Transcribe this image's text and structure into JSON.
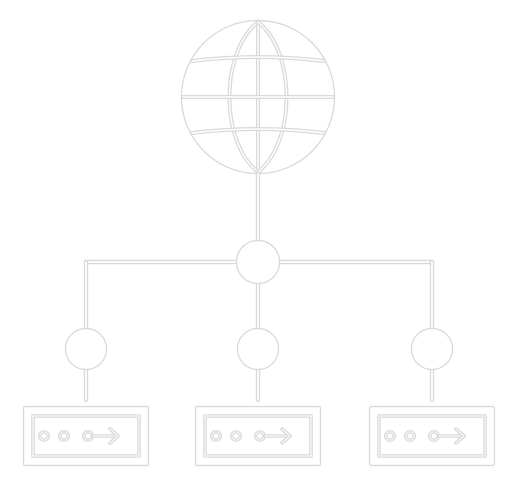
{
  "diagram": {
    "topology": "star network",
    "root_icon": "globe-icon",
    "hub_icon": "hub-node-icon",
    "branch_icon": "branch-node-icon",
    "device_icon": "network-device-icon",
    "device_count": 3,
    "devices": [
      {
        "icon": "network-device-icon",
        "port_indicators": 2,
        "arrow": "connector-arrow-icon"
      },
      {
        "icon": "network-device-icon",
        "port_indicators": 2,
        "arrow": "connector-arrow-icon"
      },
      {
        "icon": "network-device-icon",
        "port_indicators": 2,
        "arrow": "connector-arrow-icon"
      }
    ],
    "colors": {
      "background": "#ffffff",
      "stroke_outer": "#d9d9d9",
      "stroke_inner": "#ffffff"
    }
  }
}
